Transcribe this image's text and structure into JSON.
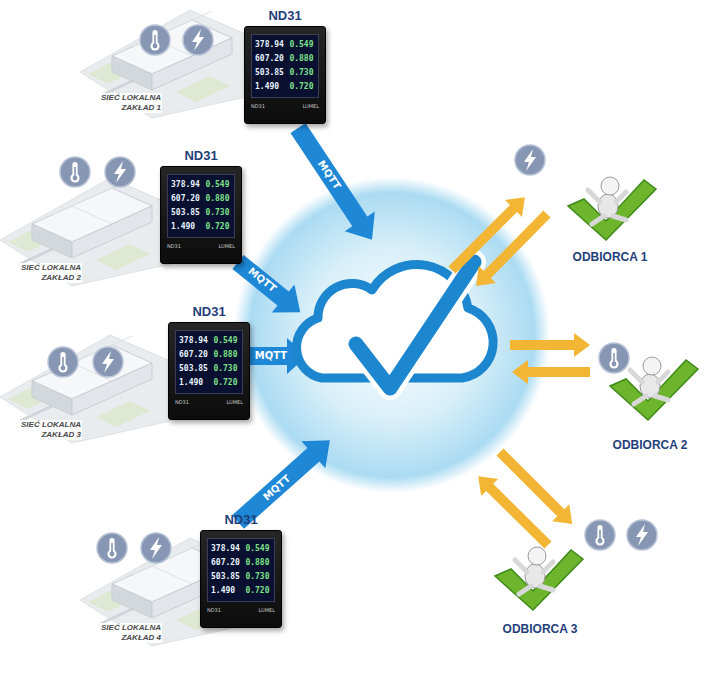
{
  "diagram": {
    "nodes": [
      {
        "text": [
          "ND31",
          "378.94",
          "0.549",
          "607.20",
          "0.880",
          "503.85",
          "0.730",
          "1.490",
          "0.720",
          "ND31",
          "LUMEL"
        ]
      },
      {
        "text": [
          "ND31",
          "378.94",
          "0.549",
          "607.20",
          "0.880",
          "503.85",
          "0.730",
          "1.490",
          "0.720",
          "ND31",
          "LUMEL"
        ]
      },
      {
        "text": [
          "ND31",
          "378.94",
          "0.549",
          "607.20",
          "0.880",
          "503.85",
          "0.730",
          "1.490",
          "0.720",
          "ND31",
          "LUMEL"
        ]
      },
      {
        "text": [
          "ND31",
          "378.94",
          "0.549",
          "607.20",
          "0.880",
          "503.85",
          "0.730",
          "1.490",
          "0.720",
          "ND31",
          "LUMEL"
        ]
      }
    ],
    "labels": [
      "SIEĆ LOKALNA ZAKŁAD 1",
      "MQTT",
      "SIEĆ LOKALNA ZAKŁAD 2",
      "MQTT",
      "ODBIORCA 1",
      "MQTT",
      "SIEĆ LOKALNA ZAKŁAD 3",
      "ODBIORCA 2",
      "MQTT",
      "SIEĆ LOKALNA ZAKŁAD 4",
      "ODBIORCA 3"
    ]
  }
}
